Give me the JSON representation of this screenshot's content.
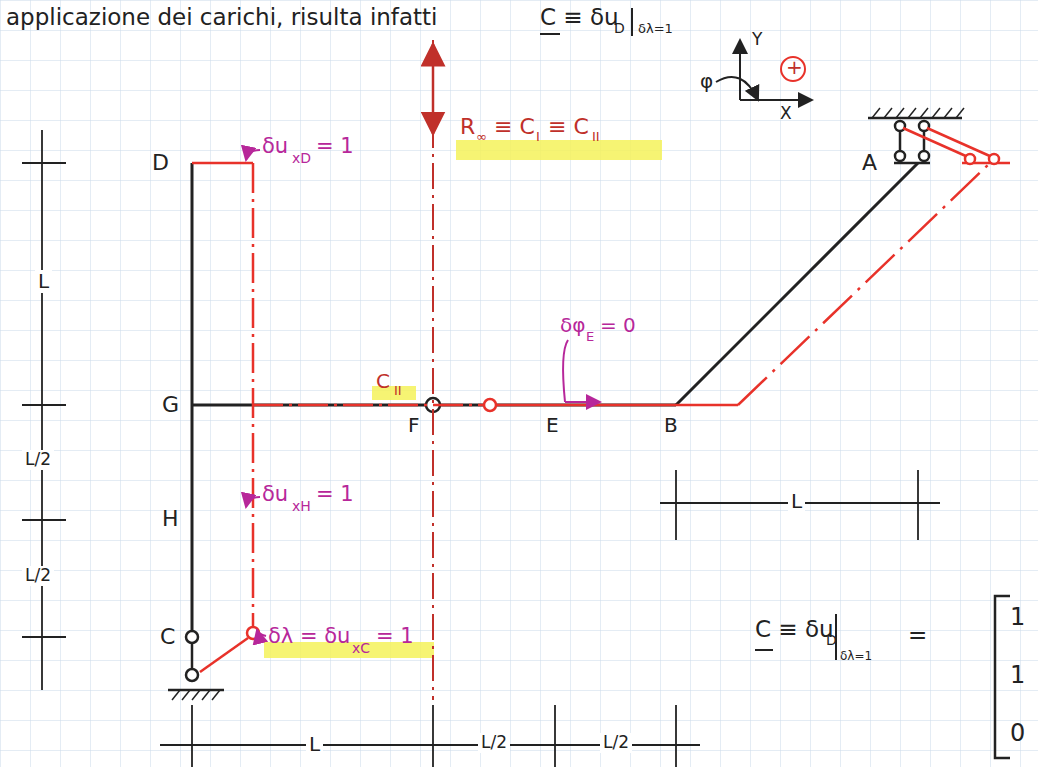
{
  "diagram": {
    "labels": [
      "applicazione dei carichi, risulta infatti",
      "C ≡ δu",
      "D",
      "δλ=1",
      "D",
      "δu",
      "xD",
      "= 1",
      "R",
      "∞",
      "≡ C",
      "I",
      "≡ C",
      "II",
      "φ",
      "Y",
      "X",
      "+",
      "A",
      "L",
      "G",
      "C",
      "II",
      "δφ",
      "E",
      "= 0",
      "F",
      "E",
      "B",
      "L/2",
      "L/2",
      "H",
      "δu",
      "xH",
      "= 1",
      "C",
      "δλ = δu",
      "xC",
      "= 1",
      "L",
      "C ≡ δu",
      "D",
      "δλ=1",
      "=",
      "1",
      "1",
      "0",
      "L",
      "L/2",
      "L/2"
    ]
  }
}
